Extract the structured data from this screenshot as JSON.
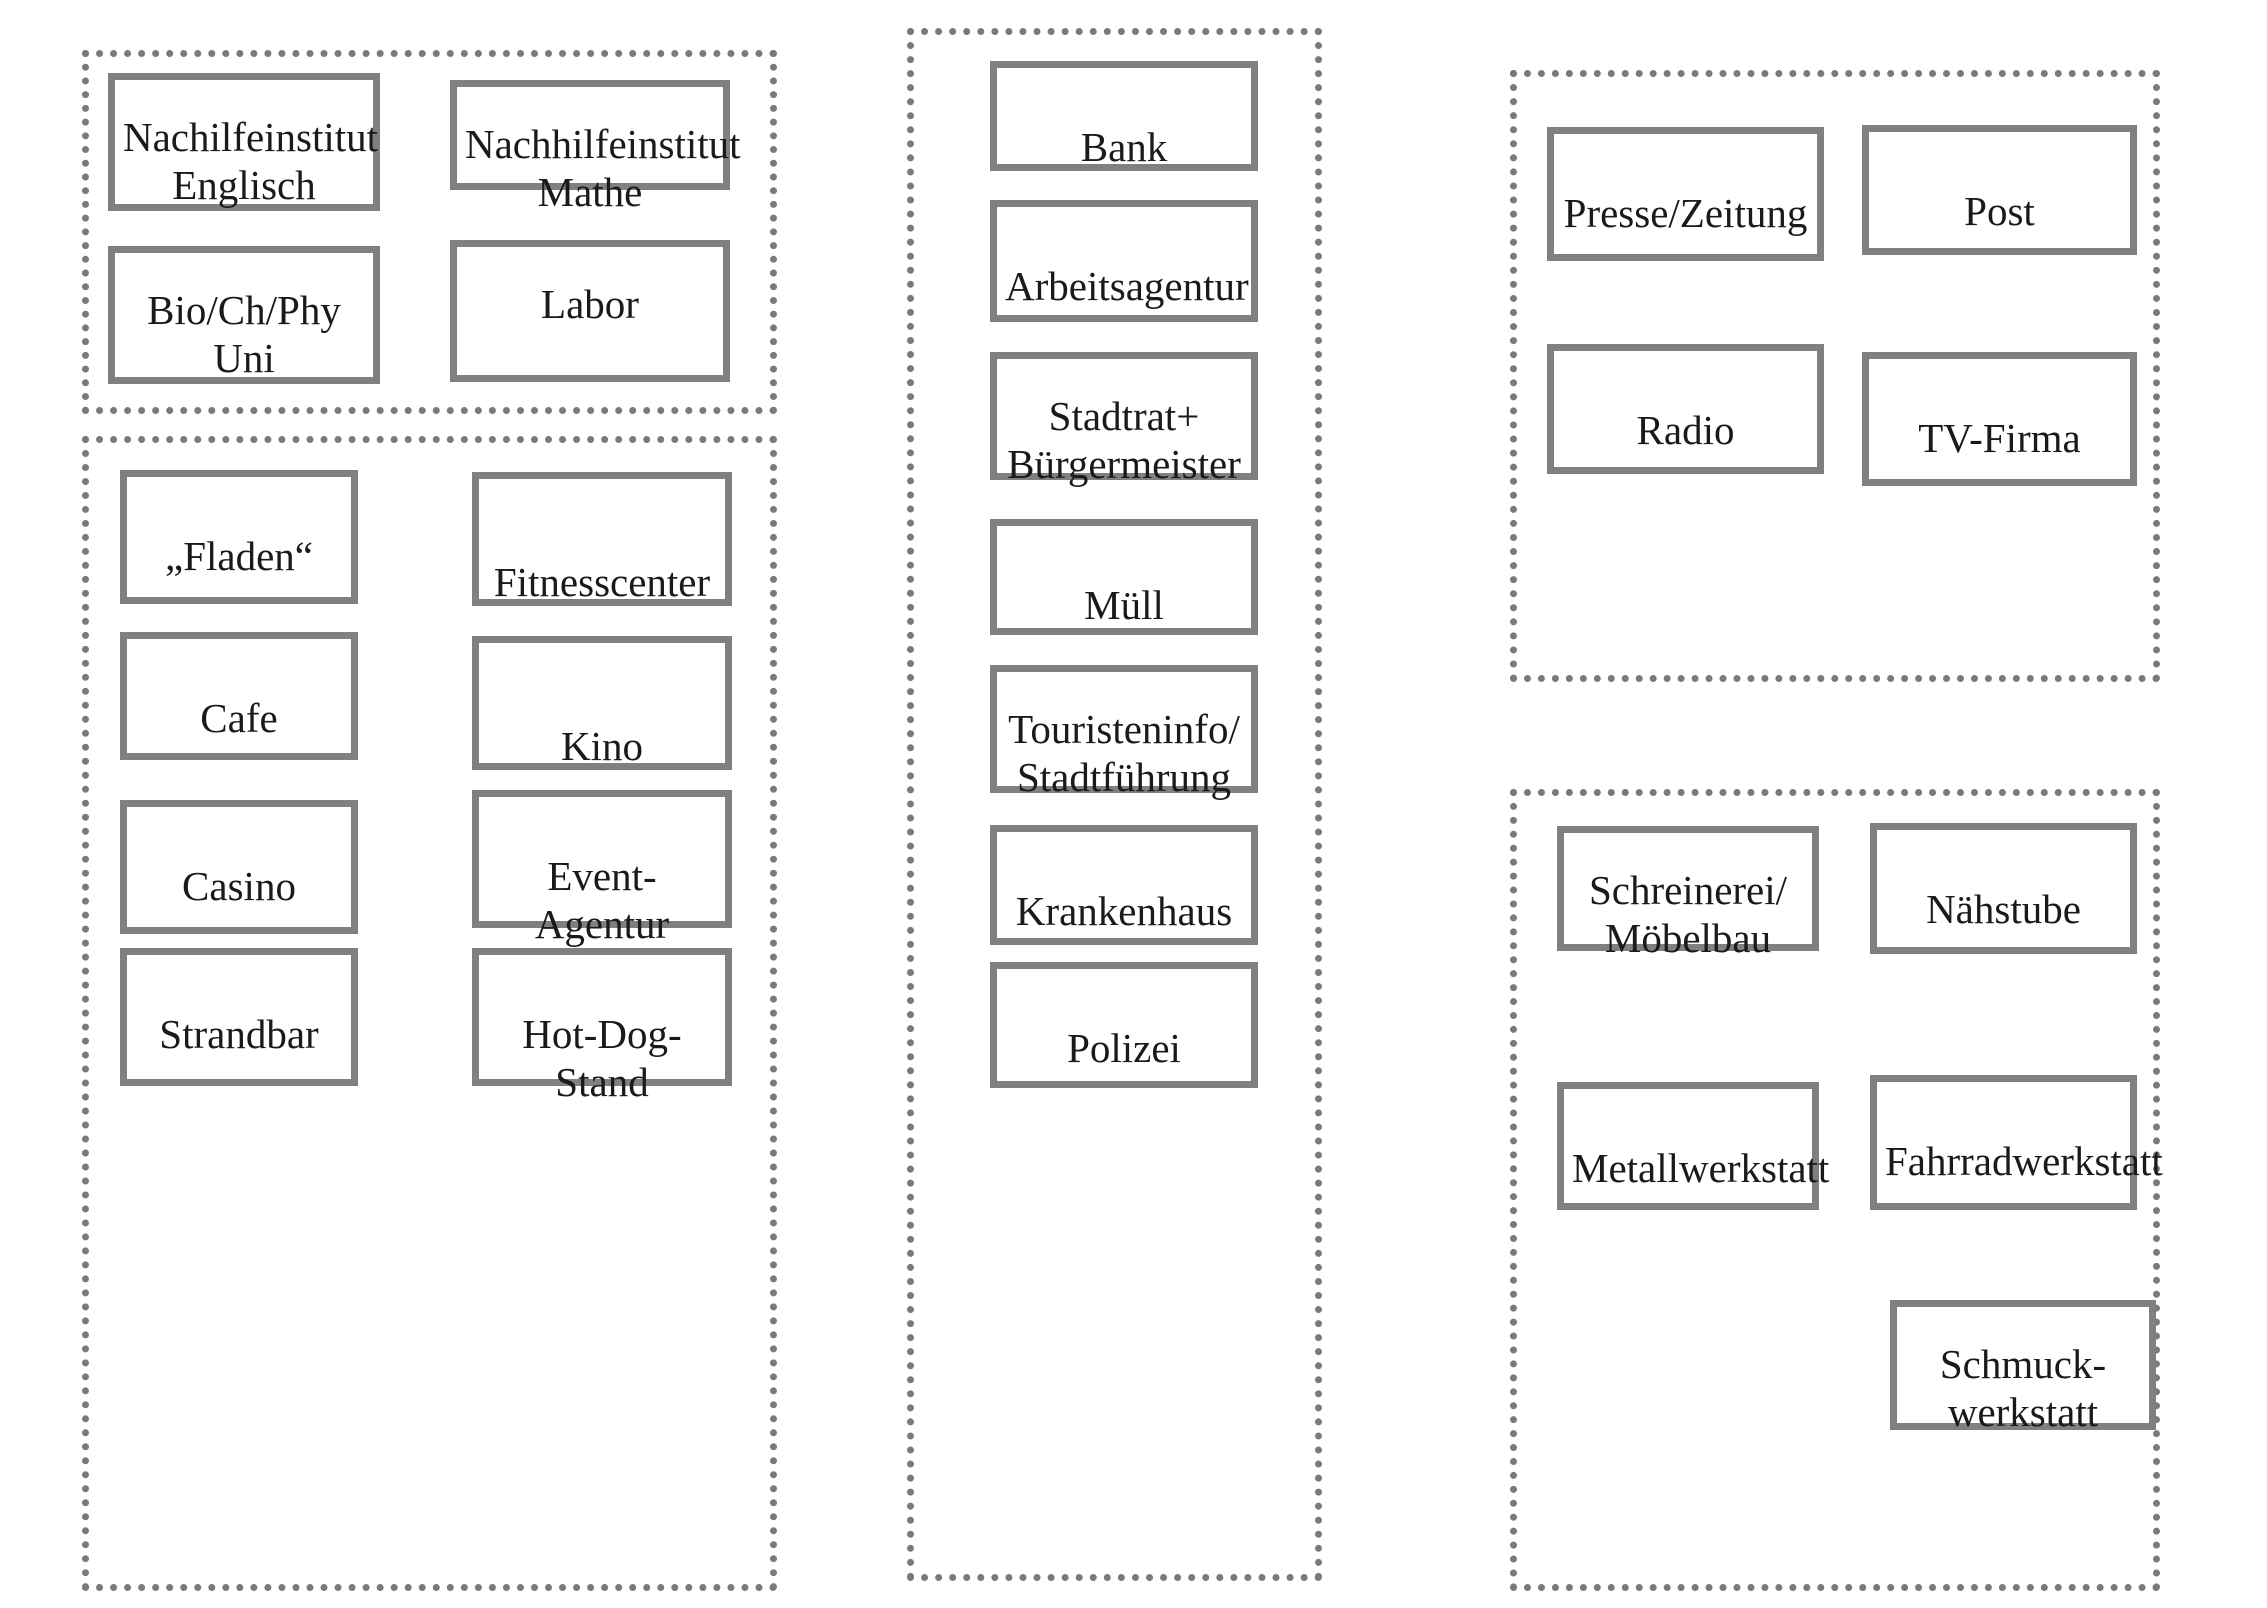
{
  "diagram": {
    "type": "grouped-box-diagram",
    "groups": [
      {
        "id": "education",
        "name": "education-group",
        "boxes": [
          {
            "label": "Nachilfeinstitut\nEnglisch"
          },
          {
            "label": "Nachhilfeinstitut\nMathe"
          },
          {
            "label": "Bio/Ch/Phy\nUni"
          },
          {
            "label": "Labor"
          }
        ]
      },
      {
        "id": "leisure",
        "name": "leisure-group",
        "boxes": [
          {
            "label": "„Fladen“"
          },
          {
            "label": "Fitnesscenter"
          },
          {
            "label": "Cafe"
          },
          {
            "label": "Kino"
          },
          {
            "label": "Casino"
          },
          {
            "label": "Event-Agentur"
          },
          {
            "label": "Strandbar"
          },
          {
            "label": "Hot-Dog-Stand"
          }
        ]
      },
      {
        "id": "public-services",
        "name": "public-services-group",
        "boxes": [
          {
            "label": "Bank"
          },
          {
            "label": "Arbeitsagentur"
          },
          {
            "label": "Stadtrat+\nBürgermeister"
          },
          {
            "label": "Müll"
          },
          {
            "label": "Touristeninfo/\nStadtführung"
          },
          {
            "label": "Krankenhaus"
          },
          {
            "label": "Polizei"
          }
        ]
      },
      {
        "id": "media",
        "name": "media-group",
        "boxes": [
          {
            "label": "Presse/Zeitung"
          },
          {
            "label": "Post"
          },
          {
            "label": "Radio"
          },
          {
            "label": "TV-Firma"
          }
        ]
      },
      {
        "id": "crafts",
        "name": "crafts-group",
        "boxes": [
          {
            "label": "Schreinerei/\nMöbelbau"
          },
          {
            "label": "Nähstube"
          },
          {
            "label": "Metallwerkstatt"
          },
          {
            "label": "Fahrradwerkstatt"
          },
          {
            "label": "Schmuck-\nwerkstatt"
          }
        ]
      }
    ],
    "colors": {
      "box_border": "#808080",
      "group_border": "#7a7a7a",
      "text": "#1a1a1a",
      "background": "#ffffff"
    }
  }
}
